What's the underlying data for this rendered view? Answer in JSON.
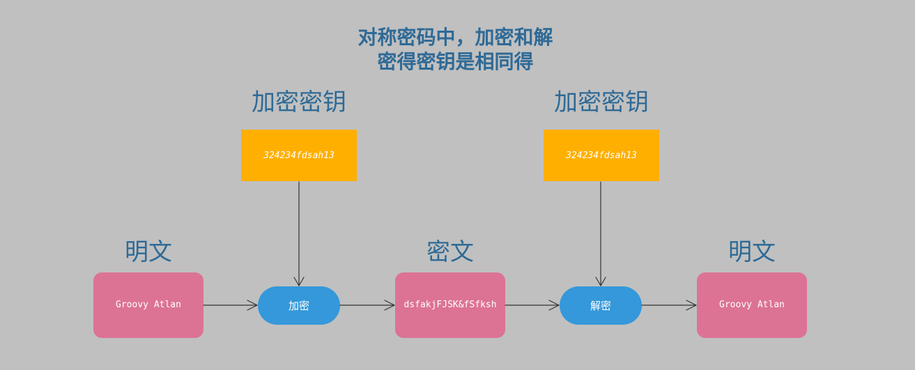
{
  "title": {
    "line1": "对称密码中，加密和解",
    "line2": "密得密钥是相同得"
  },
  "labels": {
    "encrypt_key": "加密密钥",
    "decrypt_key": "加密密钥",
    "plaintext_in": "明文",
    "ciphertext": "密文",
    "plaintext_out": "明文"
  },
  "nodes": {
    "encrypt_key_value": "324234fdsah13",
    "decrypt_key_value": "324234fdsah13",
    "plaintext_in_value": "Groovy Atlan",
    "encrypt_op": "加密",
    "ciphertext_value": "dsfakjFJSK&fSfksh",
    "decrypt_op": "解密",
    "plaintext_out_value": "Groovy Atlan"
  },
  "colors": {
    "background": "#c0c0c0",
    "text_heading": "#2e6a96",
    "key_box": "#ffaf00",
    "data_box": "#dc7394",
    "operation": "#3498db",
    "arrow": "#333333"
  }
}
